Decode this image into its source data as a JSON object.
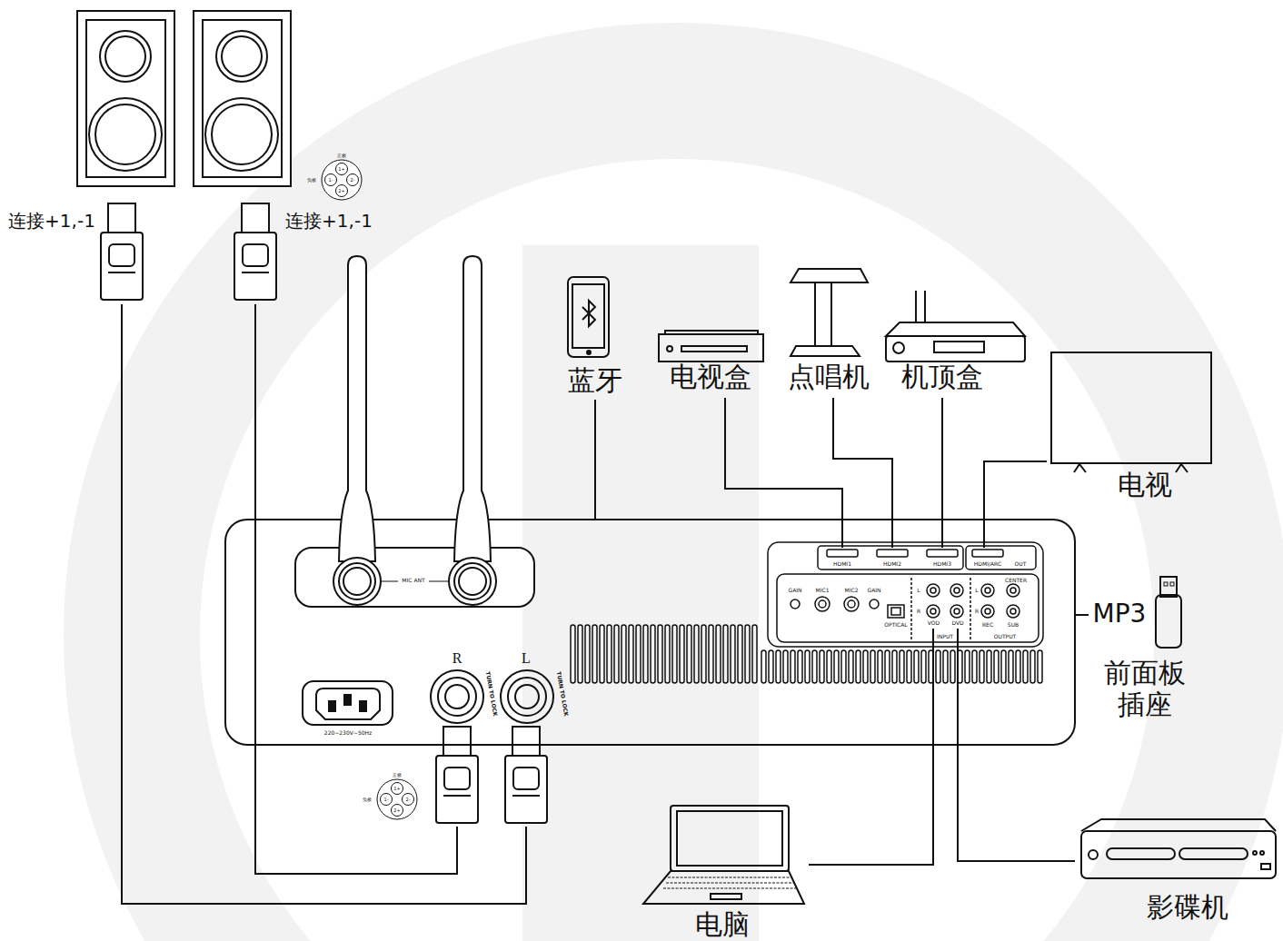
{
  "diagram": {
    "nodes": [
      {
        "text": [
          "连接+1,-1"
        ]
      },
      {
        "text": [
          "连接+1,-1"
        ]
      },
      {
        "text": [
          "蓝牙"
        ]
      },
      {
        "text": [
          "电视盒"
        ]
      },
      {
        "text": [
          "点唱机"
        ]
      },
      {
        "text": [
          "机顶盒"
        ]
      },
      {
        "text": [
          "电视"
        ]
      },
      {
        "text": [
          "MIC ANT"
        ]
      },
      {
        "text": [
          "HDMI1"
        ]
      },
      {
        "text": [
          "HDMI2"
        ]
      },
      {
        "text": [
          "HDMI3"
        ]
      },
      {
        "text": [
          "HDMI/ARC",
          "OUT"
        ]
      },
      {
        "text": [
          "VOD"
        ]
      },
      {
        "text": [
          "DVD"
        ]
      },
      {
        "text": [
          "MP3",
          "前面板 插座"
        ]
      },
      {
        "text": [
          "R"
        ]
      },
      {
        "text": [
          "L"
        ]
      },
      {
        "text": [
          "电脑"
        ]
      },
      {
        "text": [
          "影碟机"
        ]
      }
    ],
    "edges": [
      {
        "from": 0,
        "to": 16,
        "arrow": "none"
      },
      {
        "from": 1,
        "to": 15,
        "arrow": "none"
      },
      {
        "from": 3,
        "to": 8,
        "arrow": "none"
      },
      {
        "from": 4,
        "to": 9,
        "arrow": "none"
      },
      {
        "from": 5,
        "to": 10,
        "arrow": "none"
      },
      {
        "from": 11,
        "to": 6,
        "arrow": "none"
      },
      {
        "from": 17,
        "to": 12,
        "arrow": "none"
      },
      {
        "from": 18,
        "to": 13,
        "arrow": "none"
      }
    ],
    "labels": [
      "正极",
      "负极",
      "1+",
      "1-",
      "2+",
      "2-",
      "正极",
      "负极",
      "1+",
      "1-",
      "2+",
      "2-",
      "GAIN",
      "MIC1",
      "MIC2",
      "GAIN",
      "OPTICAL",
      "L",
      "R",
      "L",
      "R",
      "CENTER",
      "REC",
      "SUB",
      "INPUT",
      "OUTPUT",
      "220~230V~50Hz",
      "TURN TO LOCK",
      "TURN TO LOCK"
    ]
  }
}
